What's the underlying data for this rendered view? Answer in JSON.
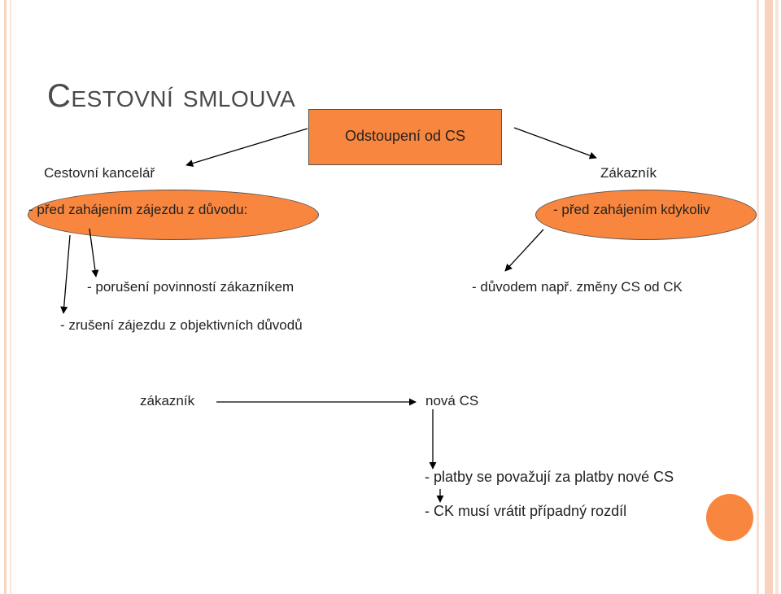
{
  "title": "Cestovní smlouva",
  "central_box": "Odstoupení od CS",
  "left_party": {
    "label": "Cestovní kancelář",
    "oval_text": "- před zahájením zájezdu z důvodu:",
    "reasons": [
      "- porušení povinností zákazníkem",
      "- zrušení zájezdu z objektivních důvodů"
    ]
  },
  "right_party": {
    "label": "Zákazník",
    "oval_text": "- před zahájením kdykoliv",
    "reasons": [
      "- důvodem např. změny CS od CK"
    ]
  },
  "flow": {
    "from": "zákazník",
    "to": "nová CS",
    "consequences": [
      "- platby se považují za platby nové CS",
      "- CK musí vrátit případný rozdíl"
    ]
  },
  "colors": {
    "accent": "#f8863e",
    "title": "#4a4a4a",
    "text": "#222222"
  }
}
